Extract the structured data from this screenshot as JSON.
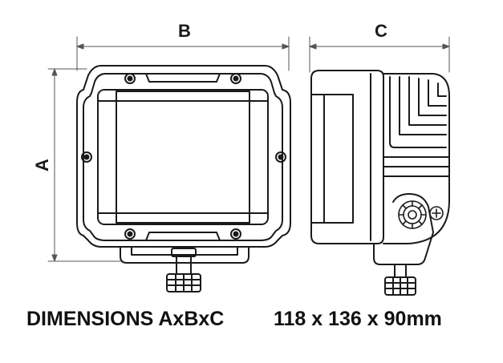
{
  "dimension_labels": {
    "a": "A",
    "b": "B",
    "c": "C"
  },
  "caption": {
    "label": "DIMENSIONS AxBxC",
    "value": "118 x 136 x 90mm"
  },
  "colors": {
    "line": "#1a1a1a",
    "dim_line": "#555555",
    "background": "#ffffff"
  }
}
